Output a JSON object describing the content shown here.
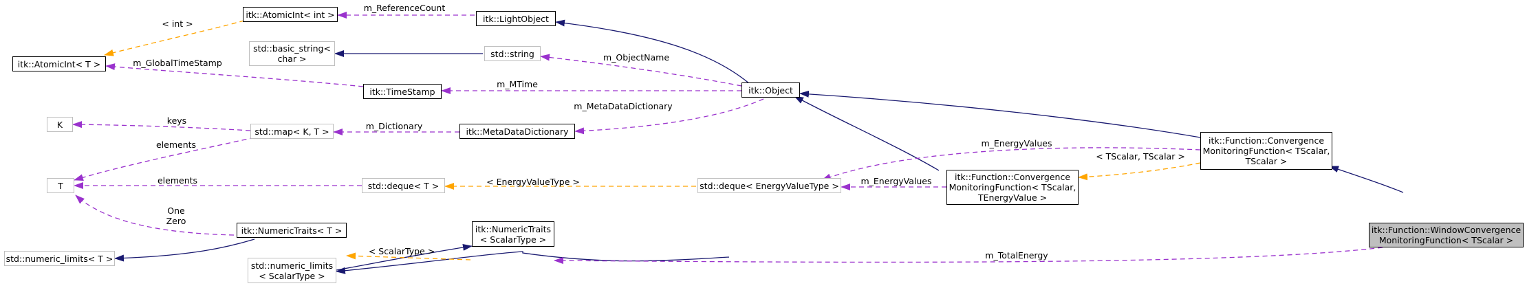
{
  "colors": {
    "inheritance": "#191970",
    "usage": "#9a32cd",
    "template": "#ffa500",
    "grey_border": "#bfbfbf",
    "focus_fill": "#bfbfbf"
  },
  "nodes": {
    "atomic_int_int": "itk::AtomicInt< int >",
    "light_object": "itk::LightObject",
    "atomic_int_t": "itk::AtomicInt< T >",
    "basic_string_l1": "std::basic_string<",
    "basic_string_l2": "char >",
    "std_string": "std::string",
    "time_stamp": "itk::TimeStamp",
    "object": "itk::Object",
    "k_node": "K",
    "std_map": "std::map< K, T >",
    "metadata_dictionary": "itk::MetaDataDictionary",
    "t_node": "T",
    "deque_t": "std::deque< T >",
    "deque_energy": "std::deque< EnergyValueType >",
    "cmf_tenergy_l1": "itk::Function::Convergence",
    "cmf_tenergy_l2": "MonitoringFunction< TScalar,",
    "cmf_tenergy_l3": "TEnergyValue >",
    "cmf_tscalar_l1": "itk::Function::Convergence",
    "cmf_tscalar_l2": "MonitoringFunction< TScalar,",
    "cmf_tscalar_l3": "TScalar >",
    "window_cmf_l1": "itk::Function::WindowConvergence",
    "window_cmf_l2": "MonitoringFunction< TScalar >",
    "numeric_traits_t": "itk::NumericTraits< T >",
    "numeric_traits_scalar_l1": "itk::NumericTraits",
    "numeric_traits_scalar_l2": "< ScalarType >",
    "numeric_limits_t": "std::numeric_limits< T >",
    "numeric_limits_scalar_l1": "std::numeric_limits",
    "numeric_limits_scalar_l2": "< ScalarType >"
  },
  "edge_labels": {
    "int_tmpl": "< int >",
    "reference_count": "m_ReferenceCount",
    "global_time_stamp": "m_GlobalTimeStamp",
    "object_name": "m_ObjectName",
    "mtime": "m_MTime",
    "metadata_dictionary": "m_MetaDataDictionary",
    "keys": "keys",
    "dictionary": "m_Dictionary",
    "elements_map": "elements",
    "energy_values_top": "m_EnergyValues",
    "tscalar_tmpl": "< TScalar, TScalar >",
    "elements_deque": "elements",
    "energy_value_type_tmpl": "< EnergyValueType >",
    "energy_values_mid": "m_EnergyValues",
    "one": "One",
    "zero": "Zero",
    "scalar_type_tmpl": "< ScalarType >",
    "total_energy": "m_TotalEnergy"
  }
}
